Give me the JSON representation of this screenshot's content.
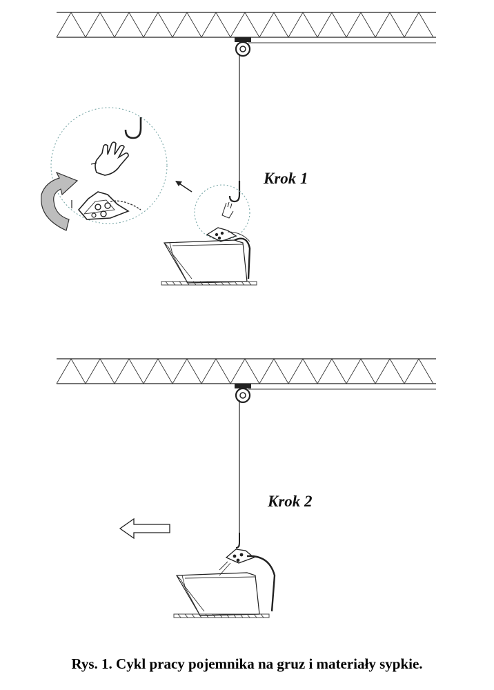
{
  "steps": [
    {
      "label": "Krok 1"
    },
    {
      "label": "Krok 2"
    }
  ],
  "caption": "Rys. 1. Cykl pracy pojemnika na gruz i materiały sypkie.",
  "colors": {
    "line": "#222222",
    "detail_circle": "#7aa8a8",
    "background": "#ffffff"
  },
  "icons": [
    "truss-girder",
    "pulley-trolley",
    "crane-hook",
    "hand-icon",
    "rotate-arrow-icon",
    "left-arrow-icon",
    "skip-container"
  ]
}
